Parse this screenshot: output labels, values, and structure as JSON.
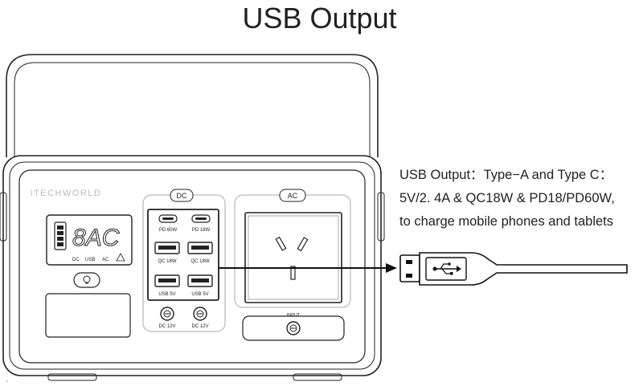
{
  "title": "USB Output",
  "description": [
    "USB Output：Type−A and Type C：",
    "5V/2. 4A & QC18W & PD18/PD60W,",
    "to charge mobile phones and tablets"
  ],
  "device": {
    "brand": "iTECHWORLD",
    "display_readout": "8AC",
    "display_icons": [
      "DC",
      "USB",
      "AC"
    ],
    "dc_panel_label": "DC",
    "ac_panel_label": "AC",
    "input_label": "INPUT",
    "ports": [
      {
        "label": "PD 60W",
        "type": "usb-c"
      },
      {
        "label": "PD 18W",
        "type": "usb-c"
      },
      {
        "label": "QC 18W",
        "type": "usb-a"
      },
      {
        "label": "QC 18W",
        "type": "usb-a"
      },
      {
        "label": "USB 5V",
        "type": "usb-a"
      },
      {
        "label": "USB 5V",
        "type": "usb-a"
      },
      {
        "label": "DC 12V",
        "type": "dc"
      },
      {
        "label": "DC 12V",
        "type": "dc"
      }
    ]
  },
  "cable_icon": "usb-symbol-icon"
}
